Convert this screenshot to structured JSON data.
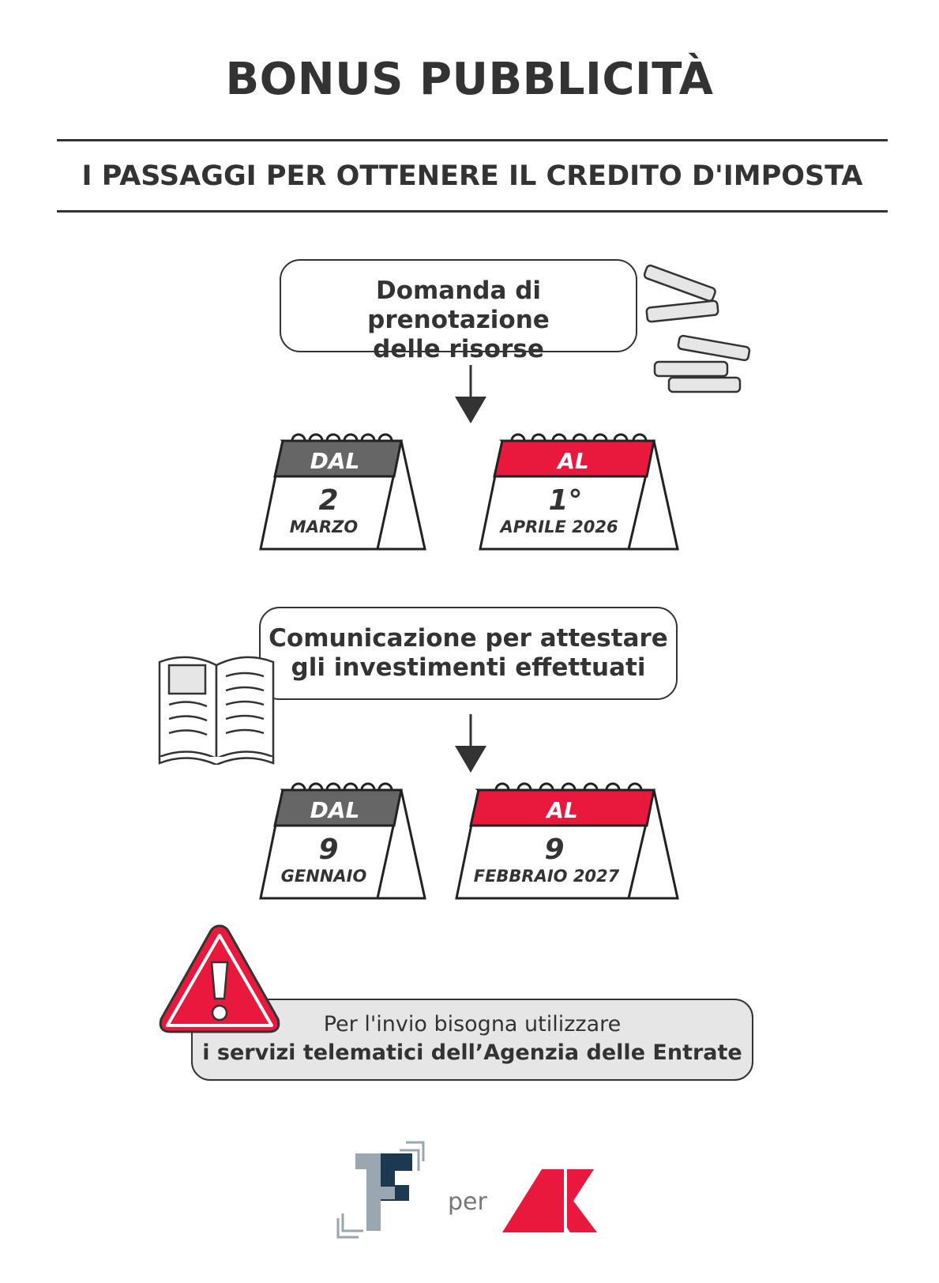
{
  "title": "BONUS PUBBLICITÀ",
  "subtitle": "I PASSAGGI PER OTTENERE IL CREDITO D'IMPOSTA",
  "step1": {
    "lines": [
      "Domanda di prenotazione",
      "delle risorse"
    ],
    "icon": "stacked-bars-icon",
    "from": {
      "label": "DAL",
      "day": "2",
      "month": "MARZO"
    },
    "to": {
      "label": "AL",
      "day": "1°",
      "month": "APRILE 2026"
    }
  },
  "step2": {
    "lines": [
      "Comunicazione per attestare",
      "gli investimenti effettuati"
    ],
    "icon": "open-book-icon",
    "from": {
      "label": "DAL",
      "day": "9",
      "month": "GENNAIO"
    },
    "to": {
      "label": "AL",
      "day": "9",
      "month": "FEBBRAIO 2027"
    }
  },
  "warning": {
    "icon": "warning-triangle-icon",
    "lines": [
      "Per l'invio bisogna utilizzare",
      "i servizi telematici dell’Agenzia delle Entrate"
    ]
  },
  "footer": {
    "logo_left": "F",
    "connector": "per",
    "logo_right": "AK"
  },
  "colors": {
    "text": "#333333",
    "accent_red": "#e8193c",
    "gray_header": "#666666",
    "light_gray": "#e6e6e6",
    "logo_navy": "#1b3a52",
    "logo_gray": "#9aa7b0"
  }
}
